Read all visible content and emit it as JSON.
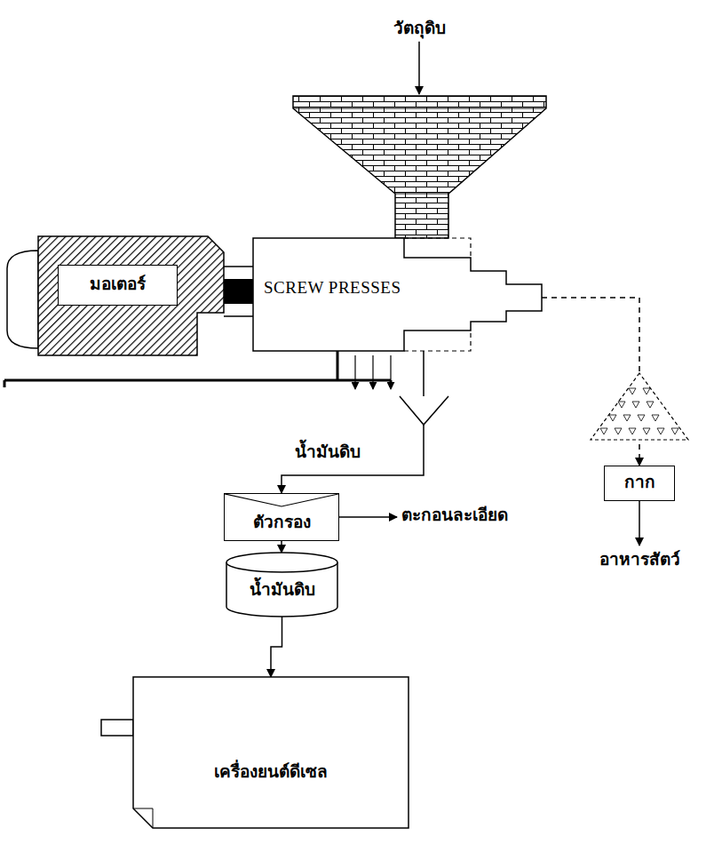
{
  "diagram": {
    "nodes": [
      {
        "text": [
          "มอเตอร์"
        ]
      },
      {
        "text": [
          "SCREW PRESSES"
        ]
      },
      {
        "text": [
          "ตัวกรอง"
        ]
      },
      {
        "text": [
          "น้ำมันดิบ"
        ]
      },
      {
        "text": [
          "เครื่องยนต์ดีเซล"
        ]
      },
      {
        "text": [
          "กาก"
        ]
      }
    ],
    "edges": [
      {
        "from": 1,
        "to": 2,
        "label": "น้ำมันดิบ",
        "arrow": "to"
      },
      {
        "from": 2,
        "to": 3,
        "arrow": "to"
      },
      {
        "from": 3,
        "to": 4,
        "arrow": "to"
      },
      {
        "from": 1,
        "to": 5,
        "arrow": "to"
      }
    ],
    "labels": [
      "วัตถุดิบ",
      "ตะกอนละเอียด",
      "อาหารสัตว์"
    ]
  }
}
